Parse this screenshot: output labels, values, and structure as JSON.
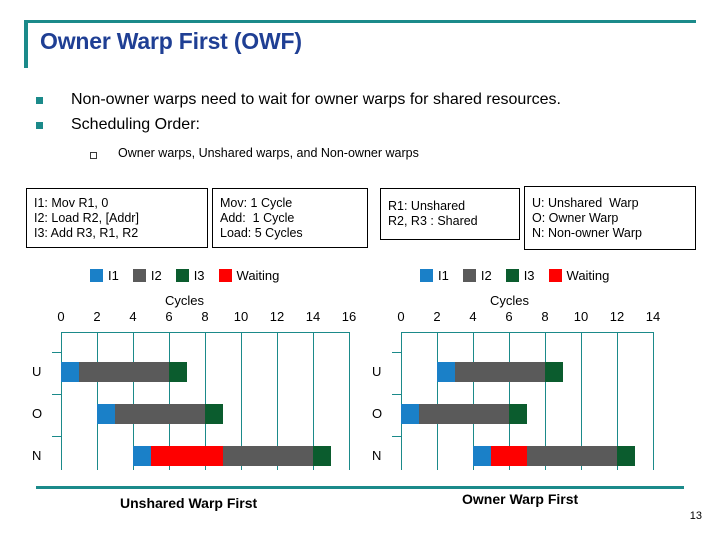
{
  "slide": {
    "title": "Owner Warp First (OWF)",
    "page_number": "13",
    "accent_color": "#1b8a8a",
    "title_color": "#1f3f94"
  },
  "bullets": [
    {
      "text": "Non-owner warps need to wait for owner warps for shared resources."
    },
    {
      "text": "Scheduling Order:"
    }
  ],
  "sub_bullets": [
    {
      "text": "Owner warps, Unshared warps, and Non-owner warps"
    }
  ],
  "boxes": {
    "instructions": {
      "lines": [
        "I1: Mov R1, 0",
        "I2: Load R2, [Addr]",
        "I3: Add R3, R1, R2"
      ]
    },
    "latency": {
      "lines": [
        "Mov: 1 Cycle",
        "Add:  1 Cycle",
        "Load: 5 Cycles"
      ]
    },
    "registers": {
      "lines": [
        "R1: Unshared",
        "R2, R3 : Shared"
      ]
    },
    "warps": {
      "lines": [
        "U: Unshared  Warp",
        "O: Owner Warp",
        "N: Non-owner Warp"
      ]
    }
  },
  "legend": {
    "items": [
      {
        "label": "I1",
        "color": "#1a80c8",
        "name": "i1"
      },
      {
        "label": "I2",
        "color": "#5a5a5a",
        "name": "i2"
      },
      {
        "label": "I3",
        "color": "#0b5c2e",
        "name": "i3"
      },
      {
        "label": "Waiting",
        "color": "#fe0000",
        "name": "waiting"
      }
    ]
  },
  "chart_data": [
    {
      "id": "unshared-warp-first",
      "type": "bar",
      "orientation": "horizontal-gantt",
      "title": "Unshared Warp First",
      "xlabel": "Cycles",
      "xlim": [
        0,
        16
      ],
      "xticks": [
        0,
        2,
        4,
        6,
        8,
        10,
        12,
        14,
        16
      ],
      "grid": true,
      "categories": [
        "U",
        "O",
        "N"
      ],
      "legend": [
        "I1",
        "I2",
        "I3",
        "Waiting"
      ],
      "rows": [
        {
          "label": "U",
          "segments": [
            {
              "series": "I1",
              "start": 0,
              "end": 1,
              "color": "#1a80c8"
            },
            {
              "series": "I2",
              "start": 1,
              "end": 6,
              "color": "#5a5a5a"
            },
            {
              "series": "I3",
              "start": 6,
              "end": 7,
              "color": "#0b5c2e"
            }
          ]
        },
        {
          "label": "O",
          "segments": [
            {
              "series": "I1",
              "start": 2,
              "end": 3,
              "color": "#1a80c8"
            },
            {
              "series": "I2",
              "start": 3,
              "end": 8,
              "color": "#5a5a5a"
            },
            {
              "series": "I3",
              "start": 8,
              "end": 9,
              "color": "#0b5c2e"
            }
          ]
        },
        {
          "label": "N",
          "segments": [
            {
              "series": "I1",
              "start": 4,
              "end": 5,
              "color": "#1a80c8"
            },
            {
              "series": "Waiting",
              "start": 5,
              "end": 9,
              "color": "#fe0000"
            },
            {
              "series": "I2",
              "start": 9,
              "end": 14,
              "color": "#5a5a5a"
            },
            {
              "series": "I3",
              "start": 14,
              "end": 15,
              "color": "#0b5c2e"
            }
          ]
        }
      ]
    },
    {
      "id": "owner-warp-first",
      "type": "bar",
      "orientation": "horizontal-gantt",
      "title": "Owner Warp First",
      "xlabel": "Cycles",
      "xlim": [
        0,
        14
      ],
      "xticks": [
        0,
        2,
        4,
        6,
        8,
        10,
        12,
        14
      ],
      "grid": true,
      "categories": [
        "U",
        "O",
        "N"
      ],
      "legend": [
        "I1",
        "I2",
        "I3",
        "Waiting"
      ],
      "rows": [
        {
          "label": "U",
          "segments": [
            {
              "series": "I1",
              "start": 2,
              "end": 3,
              "color": "#1a80c8"
            },
            {
              "series": "I2",
              "start": 3,
              "end": 8,
              "color": "#5a5a5a"
            },
            {
              "series": "I3",
              "start": 8,
              "end": 9,
              "color": "#0b5c2e"
            }
          ]
        },
        {
          "label": "O",
          "segments": [
            {
              "series": "I1",
              "start": 0,
              "end": 1,
              "color": "#1a80c8"
            },
            {
              "series": "I2",
              "start": 1,
              "end": 6,
              "color": "#5a5a5a"
            },
            {
              "series": "I3",
              "start": 6,
              "end": 7,
              "color": "#0b5c2e"
            }
          ]
        },
        {
          "label": "N",
          "segments": [
            {
              "series": "I1",
              "start": 4,
              "end": 5,
              "color": "#1a80c8"
            },
            {
              "series": "Waiting",
              "start": 5,
              "end": 7,
              "color": "#fe0000"
            },
            {
              "series": "I2",
              "start": 7,
              "end": 12,
              "color": "#5a5a5a"
            },
            {
              "series": "I3",
              "start": 12,
              "end": 13,
              "color": "#0b5c2e"
            }
          ]
        }
      ]
    }
  ]
}
